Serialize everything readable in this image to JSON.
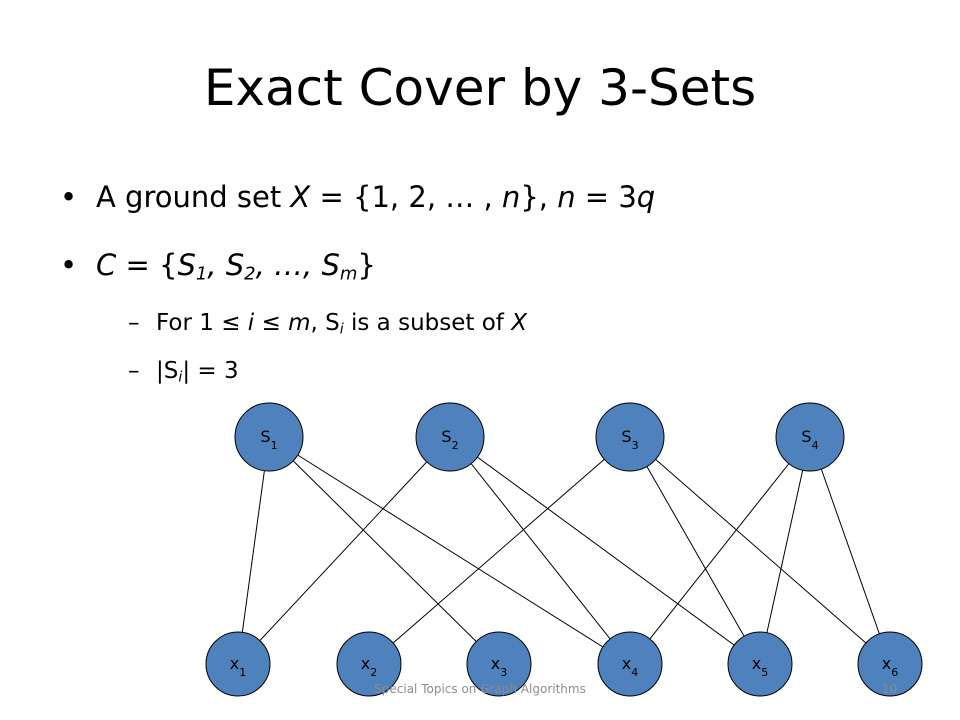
{
  "slide": {
    "title": "Exact Cover by 3-Sets",
    "bullets": [
      {
        "parts": [
          {
            "t": "A ground set "
          },
          {
            "t": "X",
            "i": true
          },
          {
            "t": " = {1, 2, … , "
          },
          {
            "t": "n",
            "i": true
          },
          {
            "t": "}, "
          },
          {
            "t": "n",
            "i": true
          },
          {
            "t": " = 3"
          },
          {
            "t": "q",
            "i": true
          }
        ]
      },
      {
        "parts": [
          {
            "t": "C",
            "i": true
          },
          {
            "t": " = {"
          },
          {
            "t": "S",
            "i": true
          },
          {
            "t": "1",
            "i": true,
            "sub": true
          },
          {
            "t": ", ",
            "i": true
          },
          {
            "t": "S",
            "i": true
          },
          {
            "t": "2",
            "i": true,
            "sub": true
          },
          {
            "t": ", …, ",
            "i": true
          },
          {
            "t": "S",
            "i": true
          },
          {
            "t": "m",
            "i": true,
            "sub": true
          },
          {
            "t": "}"
          }
        ],
        "subs": [
          {
            "parts": [
              {
                "t": "For 1 ≤ "
              },
              {
                "t": "i",
                "i": true
              },
              {
                "t": " ≤ "
              },
              {
                "t": "m",
                "i": true
              },
              {
                "t": ", S"
              },
              {
                "t": "i",
                "i": true,
                "sub": true
              },
              {
                "t": " is a subset of "
              },
              {
                "t": "X",
                "i": true
              }
            ]
          },
          {
            "parts": [
              {
                "t": "|S"
              },
              {
                "t": "i",
                "i": true,
                "sub": true
              },
              {
                "t": "| = 3"
              }
            ]
          }
        ]
      }
    ]
  },
  "graph": {
    "node_fill": "#4f81bd",
    "node_stroke": "#000000",
    "edge_color": "#000000",
    "sets": [
      {
        "id": "S1",
        "base": "S",
        "sub": "1"
      },
      {
        "id": "S2",
        "base": "S",
        "sub": "2"
      },
      {
        "id": "S3",
        "base": "S",
        "sub": "3"
      },
      {
        "id": "S4",
        "base": "S",
        "sub": "4"
      }
    ],
    "elements": [
      {
        "id": "x1",
        "base": "x",
        "sub": "1"
      },
      {
        "id": "x2",
        "base": "x",
        "sub": "2"
      },
      {
        "id": "x3",
        "base": "x",
        "sub": "3"
      },
      {
        "id": "x4",
        "base": "x",
        "sub": "4"
      },
      {
        "id": "x5",
        "base": "x",
        "sub": "5"
      },
      {
        "id": "x6",
        "base": "x",
        "sub": "6"
      }
    ],
    "edges": [
      [
        "S1",
        "x1"
      ],
      [
        "S1",
        "x3"
      ],
      [
        "S1",
        "x4"
      ],
      [
        "S2",
        "x1"
      ],
      [
        "S2",
        "x4"
      ],
      [
        "S2",
        "x5"
      ],
      [
        "S3",
        "x2"
      ],
      [
        "S3",
        "x5"
      ],
      [
        "S3",
        "x6"
      ],
      [
        "S4",
        "x4"
      ],
      [
        "S4",
        "x5"
      ],
      [
        "S4",
        "x6"
      ]
    ]
  },
  "footer": {
    "text": "Special Topics on Graph Algorithms",
    "page": "10"
  }
}
